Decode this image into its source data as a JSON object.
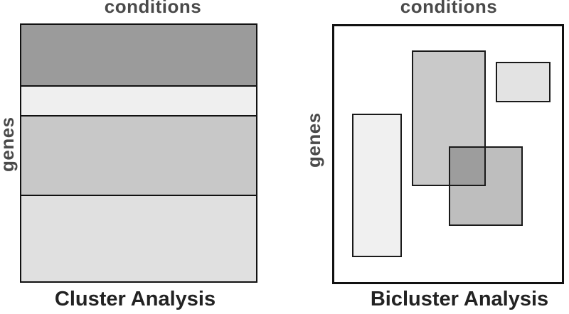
{
  "left_panel": {
    "top_label": "conditions",
    "side_label": "genes",
    "caption": "Cluster Analysis",
    "bands": [
      {
        "name": "gene-cluster-1",
        "color": "#9b9b9b"
      },
      {
        "name": "gene-cluster-2",
        "color": "#efefef"
      },
      {
        "name": "gene-cluster-3",
        "color": "#c8c8c8"
      },
      {
        "name": "gene-cluster-4",
        "color": "#e0e0e0"
      }
    ]
  },
  "right_panel": {
    "top_label": "conditions",
    "side_label": "genes",
    "caption": "Bicluster Analysis",
    "biclusters": [
      {
        "name": "bicluster-tall-center",
        "color": "#c9c9c9"
      },
      {
        "name": "bicluster-top-right",
        "color": "#e3e3e3"
      },
      {
        "name": "bicluster-left-column",
        "color": "#f0f0f0"
      },
      {
        "name": "bicluster-bottom-right",
        "color": "#bebebe"
      },
      {
        "name": "bicluster-overlap",
        "color": "#9d9d9d"
      }
    ]
  },
  "colors": {
    "axis_label": "#4a4a4a",
    "caption": "#222222",
    "border": "#111111",
    "background": "#ffffff"
  }
}
